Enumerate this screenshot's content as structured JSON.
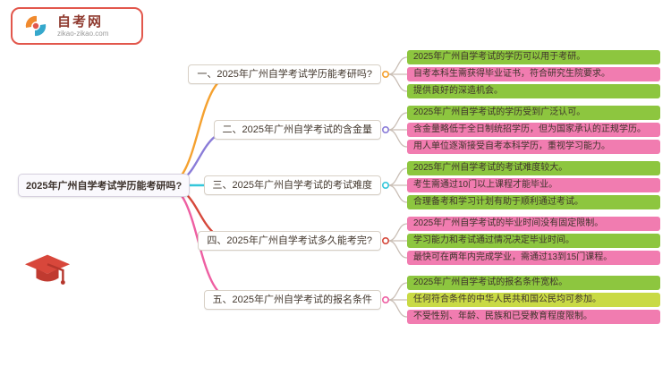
{
  "logo": {
    "site_name": "自考网",
    "site_url": "zikao-zikao.com"
  },
  "central": {
    "label": "2025年广州自学考试学历能考研吗?"
  },
  "connector_color": "#C9BEB5",
  "branches": [
    {
      "label": "一、2025年广州自学考试学历能考研吗?",
      "color": "#F5A12F",
      "leaves": [
        {
          "text": "2025年广州自学考试的学历可以用于考研。",
          "bg": "#8DC63F"
        },
        {
          "text": "自考本科生需获得毕业证书，符合研究生院要求。",
          "bg": "#F17CB0"
        },
        {
          "text": "提供良好的深造机会。",
          "bg": "#8DC63F"
        }
      ]
    },
    {
      "label": "二、2025年广州自学考试的含金量",
      "color": "#8A7CD8",
      "leaves": [
        {
          "text": "2025年广州自学考试的学历受到广泛认可。",
          "bg": "#8DC63F"
        },
        {
          "text": "含金量略低于全日制统招学历，但为国家承认的正规学历。",
          "bg": "#F17CB0"
        },
        {
          "text": "用人单位逐渐接受自考本科学历，重视学习能力。",
          "bg": "#F17CB0"
        }
      ]
    },
    {
      "label": "三、2025年广州自学考试的考试难度",
      "color": "#35C7DA",
      "leaves": [
        {
          "text": "2025年广州自学考试的考试难度较大。",
          "bg": "#8DC63F"
        },
        {
          "text": "考生需通过10门以上课程才能毕业。",
          "bg": "#F17CB0"
        },
        {
          "text": "合理备考和学习计划有助于顺利通过考试。",
          "bg": "#8DC63F"
        }
      ]
    },
    {
      "label": "四、2025年广州自学考试多久能考完?",
      "color": "#D6483B",
      "leaves": [
        {
          "text": "2025年广州自学考试的毕业时间没有固定限制。",
          "bg": "#F17CB0"
        },
        {
          "text": "学习能力和考试通过情况决定毕业时间。",
          "bg": "#8DC63F"
        },
        {
          "text": "最快可在两年内完成学业，需通过13到15门课程。",
          "bg": "#F17CB0"
        }
      ]
    },
    {
      "label": "五、2025年广州自学考试的报名条件",
      "color": "#EE5FA2",
      "leaves": [
        {
          "text": "2025年广州自学考试的报名条件宽松。",
          "bg": "#8DC63F"
        },
        {
          "text": "任何符合条件的中华人民共和国公民均可参加。",
          "bg": "#C9DA45"
        },
        {
          "text": "不受性别、年龄、民族和已受教育程度限制。",
          "bg": "#F17CB0"
        }
      ]
    }
  ]
}
